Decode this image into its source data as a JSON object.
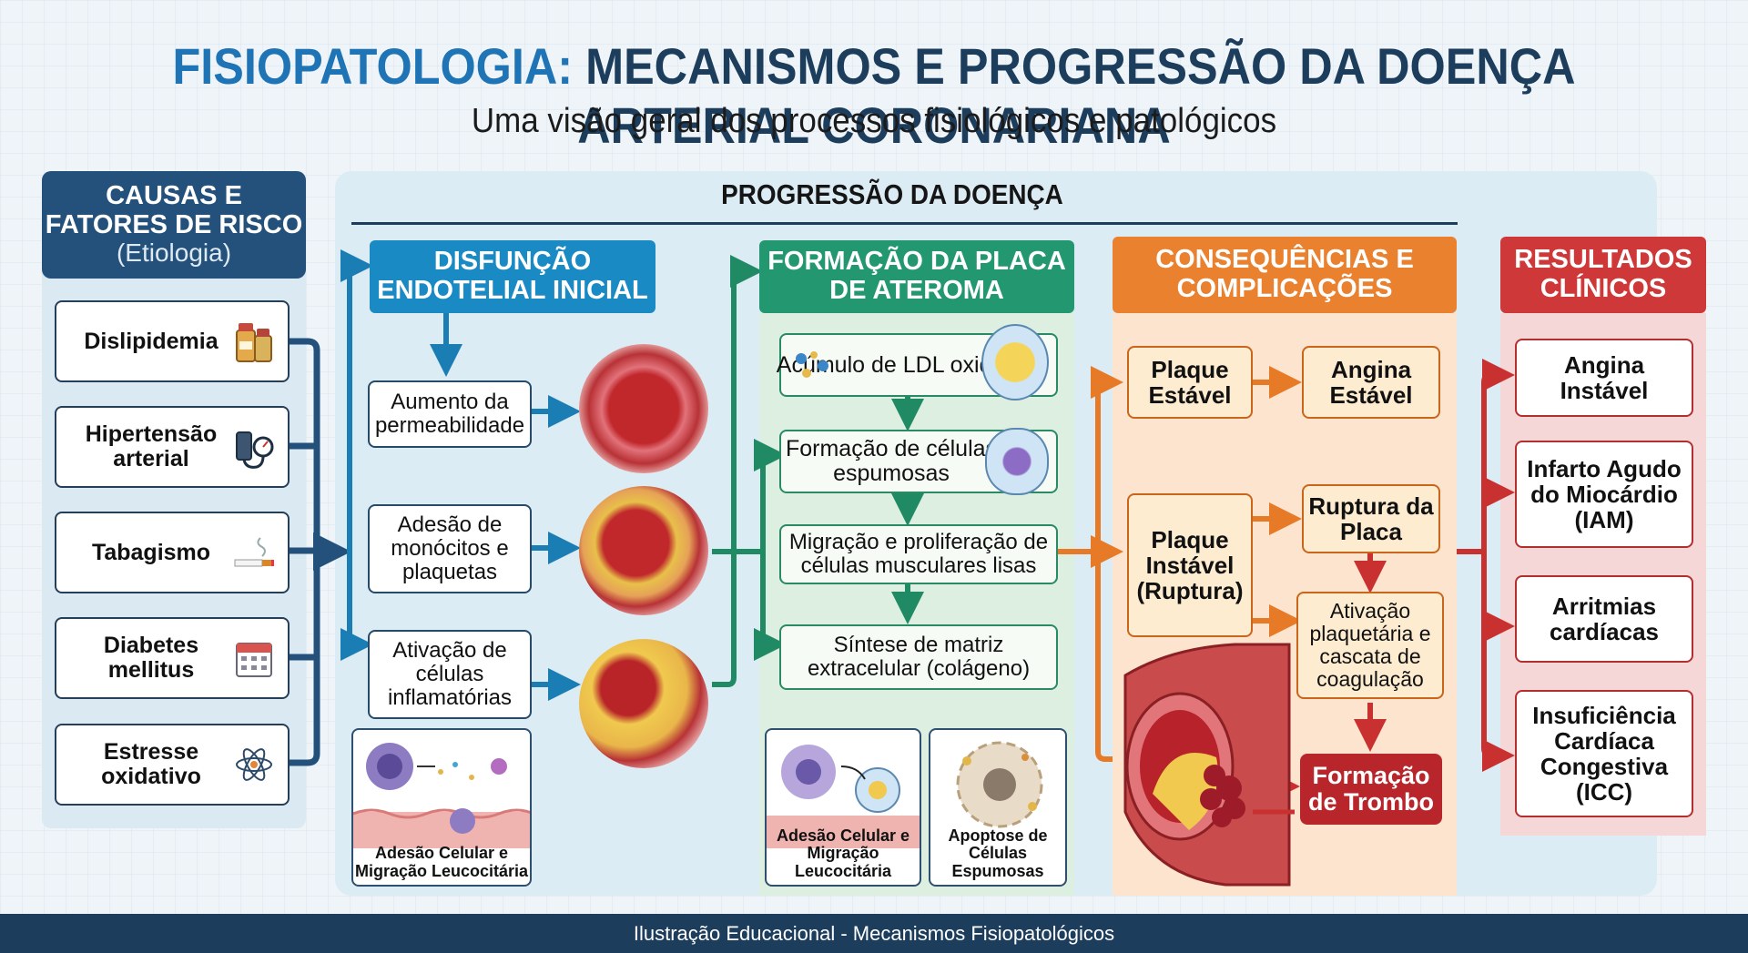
{
  "title": {
    "accent": "FISIOPATOLOGIA:",
    "main": " MECANISMOS E PROGRESSÃO DA DOENÇA ARTERIAL CORONARIANA"
  },
  "subtitle": "Uma visão geral dos processos fisiológicos  e patológicos",
  "progression_title": "PROGRESSÃO DA DOENÇA",
  "causes": {
    "header": "CAUSAS E FATORES DE RISCO",
    "header_sub": "(Etiologia)",
    "items": [
      {
        "label": "Dislipidemia",
        "icon": "pill-bottles-icon"
      },
      {
        "label": "Hipertensão arterial",
        "icon": "blood-pressure-icon"
      },
      {
        "label": "Tabagismo",
        "icon": "cigarette-icon"
      },
      {
        "label": "Diabetes mellitus",
        "icon": "calendar-icon"
      },
      {
        "label": "Estresse oxidativo",
        "icon": "atom-icon"
      }
    ]
  },
  "disfuncao": {
    "header": "DISFUNÇÃO ENDOTELIAL INICIAL",
    "items": [
      "Aumento da permeabilidade",
      "Adesão de monócitos e plaquetas",
      "Ativação de células inflamatórias"
    ],
    "illustration_caption": "Adesão Celular e Migração Leucocitária"
  },
  "formacao": {
    "header": "FORMAÇÃO DA PLACA DE ATEROMA",
    "items": [
      "Acúmulo de LDL oxidado",
      "Formação de células espumosas",
      "Migração e proliferação de células musculares lisas",
      "Síntese de matriz extracelular (colágeno)"
    ],
    "illustration_captions": [
      "Adesão Celular e Migração Leucocitária",
      "Apoptose de Células Espumosas"
    ]
  },
  "consequencias": {
    "header": "CONSEQUÊNCIAS E COMPLICAÇÕES",
    "placa_estavel": "Plaque Estável",
    "angina_estavel": "Angina Estável",
    "placa_instavel": "Plaque Instável (Ruptura)",
    "ruptura": "Ruptura da Placa",
    "ativacao": "Ativação plaquetária e cascata de coagulação",
    "trombo": "Formação de Trombo"
  },
  "resultados": {
    "header": "RESULTADOS CLÍNICOS",
    "items": [
      "Angina Instável",
      "Infarto Agudo do Miocárdio (IAM)",
      "Arritmias cardíacas",
      "Insuficiência Cardíaca Congestiva (ICC)"
    ]
  },
  "footer": "Ilustração Educacional - Mecanismos Fisiopatológicos",
  "colors": {
    "navy": "#1d3d5c",
    "blue": "#1a8ac4",
    "green": "#239870",
    "orange": "#e9812f",
    "red": "#cf3838"
  }
}
